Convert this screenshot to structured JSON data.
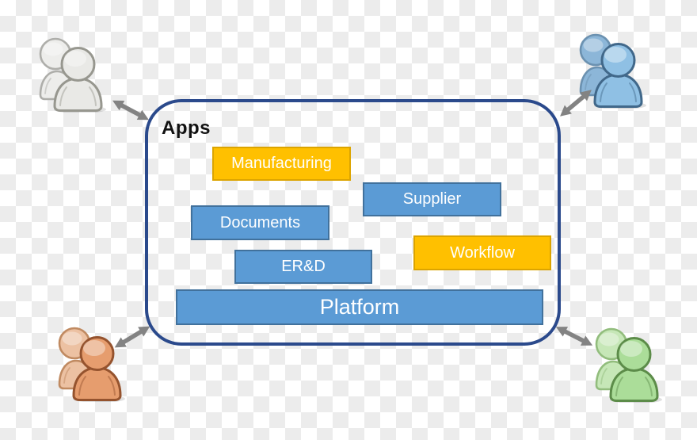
{
  "diagram": {
    "apps_label": "Apps",
    "boxes": [
      {
        "label": "Manufacturing",
        "color": "orange"
      },
      {
        "label": "Supplier",
        "color": "blue"
      },
      {
        "label": "Documents",
        "color": "blue"
      },
      {
        "label": "Workflow",
        "color": "orange"
      },
      {
        "label": "ER&D",
        "color": "blue"
      },
      {
        "label": "Platform",
        "color": "blue"
      }
    ],
    "palette": {
      "blue_fill": "#5B9BD5",
      "blue_border": "#41719C",
      "orange_fill": "#FFC000",
      "orange_border": "#DCA400",
      "container_border": "#2B4A8C",
      "arrow_gray": "#838383",
      "checker_gray": "#ECECEC",
      "checker_white": "#FFFFFF"
    },
    "user_groups": [
      {
        "position": "top-left",
        "color": "gray"
      },
      {
        "position": "top-right",
        "color": "blue"
      },
      {
        "position": "bottom-left",
        "color": "orange"
      },
      {
        "position": "bottom-right",
        "color": "green"
      }
    ]
  }
}
